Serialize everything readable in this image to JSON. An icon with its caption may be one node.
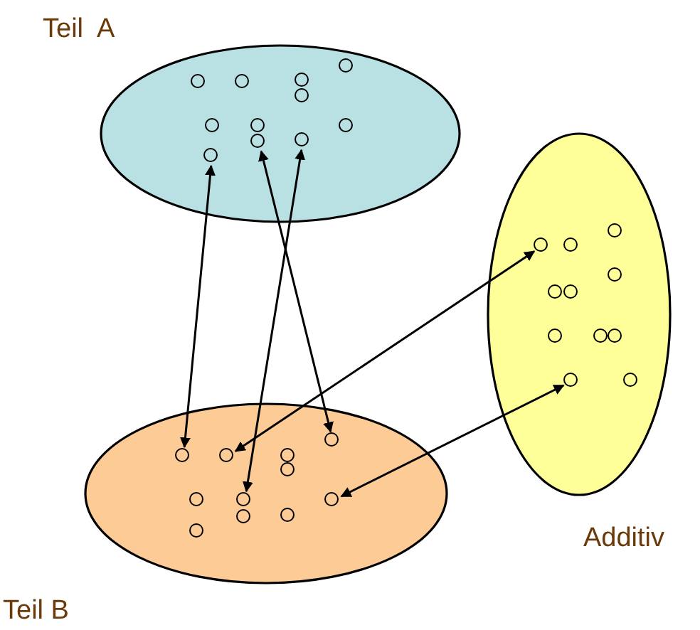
{
  "diagram": {
    "nodes": [
      {
        "text": [
          "Teil  A"
        ]
      },
      {
        "text": [],
        "shape": "circle",
        "in": 0
      },
      {
        "text": [],
        "shape": "circle",
        "in": 0
      },
      {
        "text": [],
        "shape": "circle",
        "in": 0
      },
      {
        "text": [],
        "shape": "circle",
        "in": 0
      },
      {
        "text": [],
        "shape": "circle",
        "in": 0
      },
      {
        "text": [],
        "shape": "circle",
        "in": 0
      },
      {
        "text": [],
        "shape": "circle",
        "in": 0
      },
      {
        "text": [],
        "shape": "circle",
        "in": 0
      },
      {
        "text": [],
        "shape": "circle",
        "in": 0
      },
      {
        "text": [],
        "shape": "circle",
        "in": 0
      },
      {
        "text": [],
        "shape": "circle",
        "in": 0
      },
      {
        "text": [
          "Additiv"
        ]
      },
      {
        "text": [],
        "shape": "circle",
        "in": 12
      },
      {
        "text": [],
        "shape": "circle",
        "in": 12
      },
      {
        "text": [],
        "shape": "circle",
        "in": 12
      },
      {
        "text": [],
        "shape": "circle",
        "in": 12
      },
      {
        "text": [],
        "shape": "circle",
        "in": 12
      },
      {
        "text": [],
        "shape": "circle",
        "in": 12
      },
      {
        "text": [],
        "shape": "circle",
        "in": 12
      },
      {
        "text": [],
        "shape": "circle",
        "in": 12
      },
      {
        "text": [],
        "shape": "circle",
        "in": 12
      },
      {
        "text": [],
        "shape": "circle",
        "in": 12
      },
      {
        "text": [],
        "shape": "circle",
        "in": 12
      },
      {
        "text": [
          "Teil B"
        ]
      },
      {
        "text": [],
        "shape": "circle",
        "in": 24
      },
      {
        "text": [],
        "shape": "circle",
        "in": 24
      },
      {
        "text": [],
        "shape": "circle",
        "in": 24
      },
      {
        "text": [],
        "shape": "circle",
        "in": 24
      },
      {
        "text": [],
        "shape": "circle",
        "in": 24
      },
      {
        "text": [],
        "shape": "circle",
        "in": 24
      },
      {
        "text": [],
        "shape": "circle",
        "in": 24
      },
      {
        "text": [],
        "shape": "circle",
        "in": 24
      },
      {
        "text": [],
        "shape": "circle",
        "in": 24
      },
      {
        "text": [],
        "shape": "circle",
        "in": 24
      },
      {
        "text": [],
        "shape": "circle",
        "in": 24
      }
    ],
    "edges": [
      {
        "from": 11,
        "to": 26,
        "arrow": "both"
      },
      {
        "from": 8,
        "to": 25,
        "arrow": "both"
      },
      {
        "from": 9,
        "to": 31,
        "arrow": "both"
      },
      {
        "from": 14,
        "to": 27,
        "arrow": "both"
      },
      {
        "from": 22,
        "to": 32,
        "arrow": "both"
      }
    ]
  }
}
